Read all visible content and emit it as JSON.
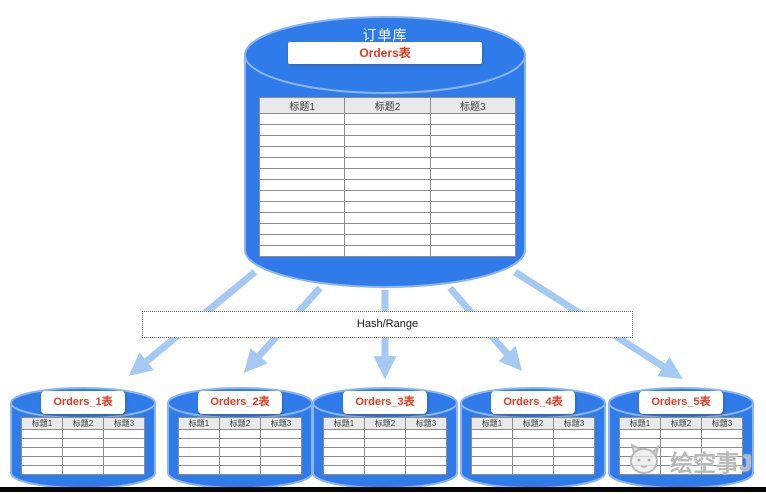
{
  "colors": {
    "cylinder_blue": "#2E7BE9",
    "cylinder_outline": "#8AB5F1",
    "arrow_blue": "#A6C9F3",
    "accent_red": "#E23A1E",
    "table_header_bg": "#E9E9E9",
    "table_border": "#8C8C8C"
  },
  "main_db": {
    "title": "订单库",
    "table_label": "Orders表",
    "table": {
      "columns": [
        "标题1",
        "标题2",
        "标题3"
      ],
      "empty_rows": 13
    }
  },
  "router": {
    "label": "Hash/Range"
  },
  "shards": [
    {
      "label": "Orders_1表",
      "table": {
        "columns": [
          "标题1",
          "标题2",
          "标题3"
        ],
        "empty_rows": 5
      }
    },
    {
      "label": "Orders_2表",
      "table": {
        "columns": [
          "标题1",
          "标题2",
          "标题3"
        ],
        "empty_rows": 5
      }
    },
    {
      "label": "Orders_3表",
      "table": {
        "columns": [
          "标题1",
          "标题2",
          "标题3"
        ],
        "empty_rows": 5
      }
    },
    {
      "label": "Orders_4表",
      "table": {
        "columns": [
          "标题1",
          "标题2",
          "标题3"
        ],
        "empty_rows": 5
      }
    },
    {
      "label": "Orders_5表",
      "table": {
        "columns": [
          "标题1",
          "标题2",
          "标题3"
        ],
        "empty_rows": 5
      }
    }
  ],
  "watermark": {
    "text": "绘空事J",
    "icon": "cat-face-icon"
  }
}
